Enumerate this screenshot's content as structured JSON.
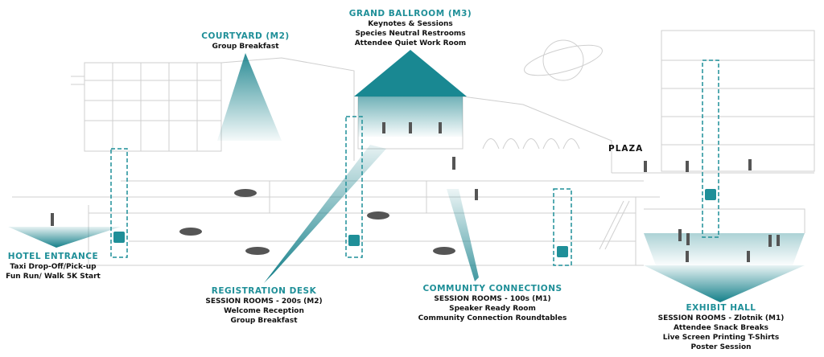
{
  "accent_color": "#1f8f98",
  "zones": {
    "courtyard": {
      "title": "COURTYARD (M2)",
      "lines": [
        "Group Breakfast"
      ]
    },
    "ballroom": {
      "title": "GRAND BALLROOM (M3)",
      "lines": [
        "Keynotes & Sessions",
        "Species Neutral Restrooms",
        "Attendee Quiet Work Room"
      ]
    },
    "plaza": {
      "title": "PLAZA"
    },
    "hotel": {
      "title": "HOTEL ENTRANCE",
      "lines": [
        "Taxi Drop-Off/Pick-up",
        "Fun Run/ Walk 5K Start"
      ]
    },
    "registration": {
      "title": "REGISTRATION DESK",
      "lines": [
        "SESSION ROOMS - 200s (M2)",
        "Welcome Reception",
        "Group Breakfast"
      ]
    },
    "community": {
      "title": "COMMUNITY CONNECTIONS",
      "lines": [
        "SESSION ROOMS - 100s (M1)",
        "Speaker Ready Room",
        "Community Connection Roundtables"
      ]
    },
    "exhibit": {
      "title": "EXHIBIT HALL",
      "lines": [
        "SESSION ROOMS - Zlotnik (M1)",
        "Attendee Snack Breaks",
        "Live Screen Printing T-Shirts",
        "Poster Session"
      ]
    }
  }
}
